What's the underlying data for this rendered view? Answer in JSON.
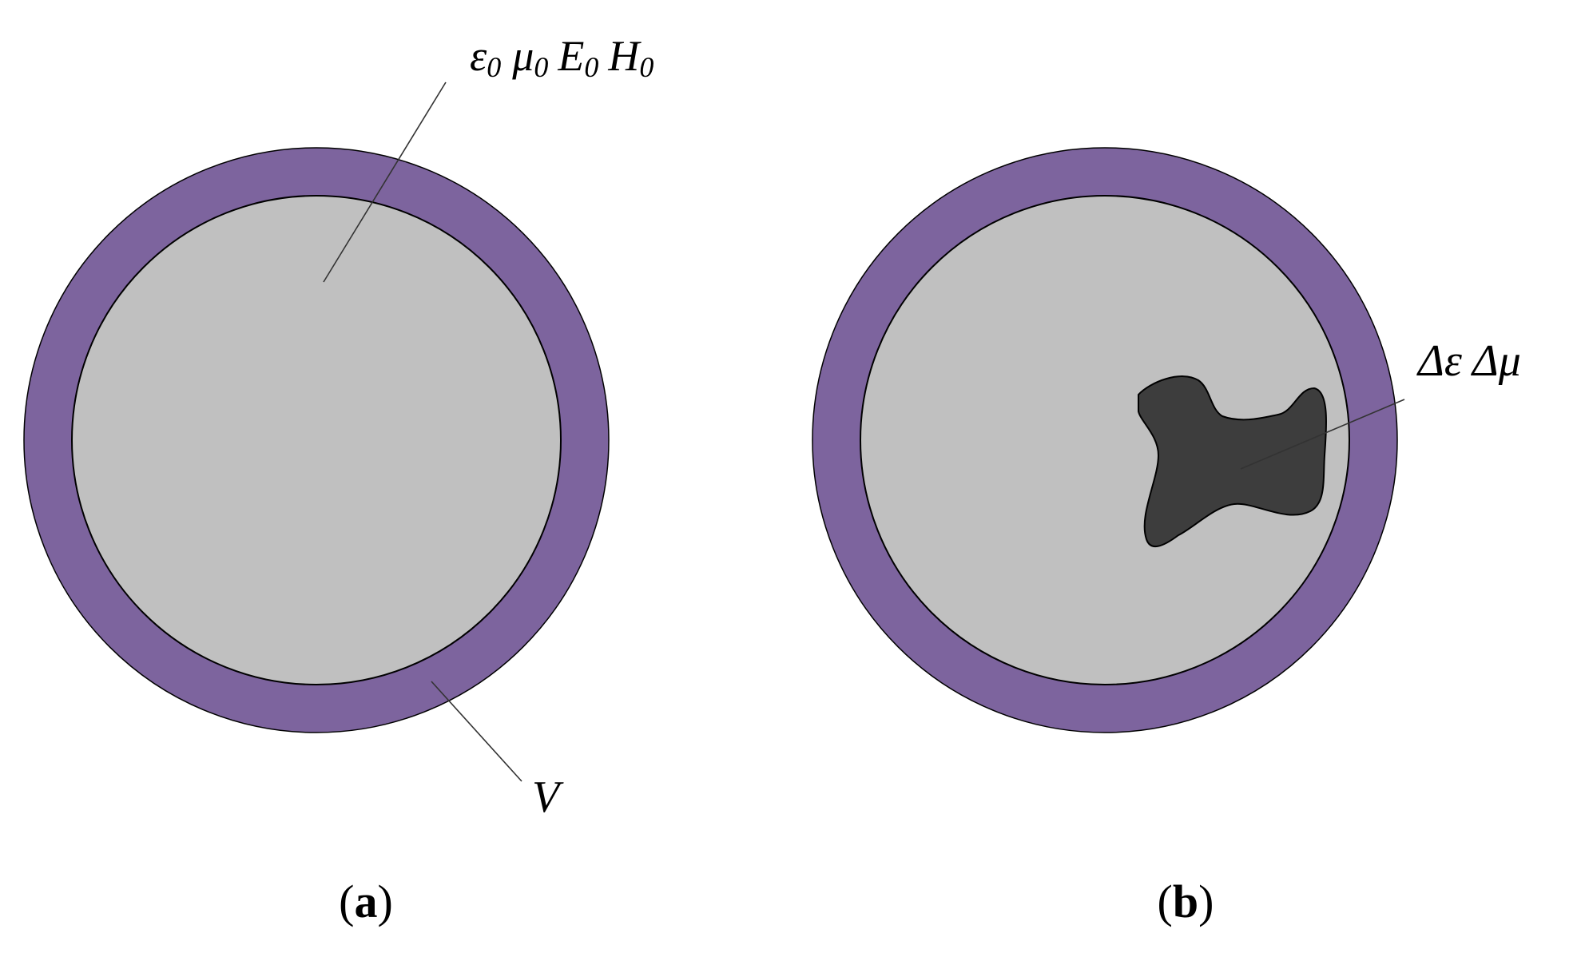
{
  "colors": {
    "background": "#ffffff",
    "cavity_wall": "#7d649e",
    "cavity_interior": "#c0c0c0",
    "perturbation": "#3d3d3d",
    "outline": "#000000",
    "leader_line": "#333333"
  },
  "panel_a": {
    "field_label": {
      "eps": "ε",
      "eps_sub": "0",
      "mu": "μ",
      "mu_sub": "0",
      "E": "E",
      "E_sub": "0",
      "H": "H",
      "H_sub": "0"
    },
    "volume_label": "V",
    "caption": {
      "open": "(",
      "letter": "a",
      "close": ")"
    }
  },
  "panel_b": {
    "perturbation_label": "Δε Δμ",
    "caption": {
      "open": "(",
      "letter": "b",
      "close": ")"
    }
  }
}
